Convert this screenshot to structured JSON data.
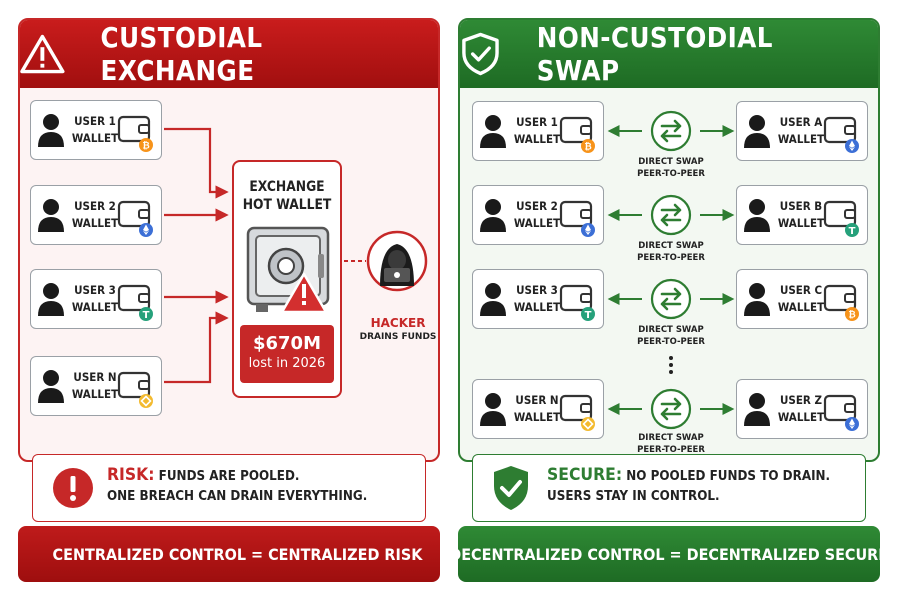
{
  "left": {
    "title": "CUSTODIAL EXCHANGE",
    "users": [
      {
        "line1": "USER 1",
        "line2": "WALLET",
        "coin": "bitcoin",
        "coin_color": "#f7931a"
      },
      {
        "line1": "USER 2",
        "line2": "WALLET",
        "coin": "ethereum",
        "coin_color": "#3c6fd6"
      },
      {
        "line1": "USER 3",
        "line2": "WALLET",
        "coin": "tether",
        "coin_color": "#26a17b"
      },
      {
        "line1": "USER N",
        "line2": "WALLET",
        "coin": "binance",
        "coin_color": "#f3ba2f"
      }
    ],
    "hot_wallet": {
      "line1": "EXCHANGE",
      "line2": "HOT WALLET",
      "loss_amount": "$670M",
      "loss_sub": "lost in 2026"
    },
    "hacker": {
      "label": "HACKER",
      "sub": "DRAINS FUNDS"
    },
    "summary": {
      "keyword": "RISK:",
      "line1": "FUNDS ARE POOLED.",
      "line2": "ONE BREACH CAN DRAIN EVERYTHING."
    },
    "footer": "CENTRALIZED CONTROL = CENTRALIZED RISK"
  },
  "right": {
    "title": "NON-CUSTODIAL SWAP",
    "rows": [
      {
        "left": {
          "line1": "USER 1",
          "line2": "WALLET",
          "coin": "bitcoin",
          "coin_color": "#f7931a"
        },
        "right": {
          "line1": "USER A",
          "line2": "WALLET",
          "coin": "ethereum",
          "coin_color": "#3c6fd6"
        },
        "cap1": "DIRECT SWAP",
        "cap2": "PEER-TO-PEER"
      },
      {
        "left": {
          "line1": "USER 2",
          "line2": "WALLET",
          "coin": "ethereum",
          "coin_color": "#3c6fd6"
        },
        "right": {
          "line1": "USER B",
          "line2": "WALLET",
          "coin": "tether",
          "coin_color": "#26a17b"
        },
        "cap1": "DIRECT SWAP",
        "cap2": "PEER-TO-PEER"
      },
      {
        "left": {
          "line1": "USER 3",
          "line2": "WALLET",
          "coin": "tether",
          "coin_color": "#26a17b"
        },
        "right": {
          "line1": "USER C",
          "line2": "WALLET",
          "coin": "bitcoin",
          "coin_color": "#f7931a"
        },
        "cap1": "DIRECT SWAP",
        "cap2": "PEER-TO-PEER"
      },
      {
        "left": {
          "line1": "USER N",
          "line2": "WALLET",
          "coin": "binance",
          "coin_color": "#f3ba2f"
        },
        "right": {
          "line1": "USER Z",
          "line2": "WALLET",
          "coin": "ethereum",
          "coin_color": "#3c6fd6"
        },
        "cap1": "DIRECT SWAP",
        "cap2": "PEER-TO-PEER"
      }
    ],
    "summary": {
      "keyword": "SECURE:",
      "line1": "NO POOLED FUNDS TO DRAIN.",
      "line2": "USERS STAY IN CONTROL."
    },
    "footer": "DECENTRALIZED CONTROL = DECENTRALIZED SECURITY"
  },
  "colors": {
    "risk_red": "#c62828",
    "secure_green": "#2e7d32",
    "arrow_red": "#c62828",
    "arrow_green": "#2e7d32"
  }
}
